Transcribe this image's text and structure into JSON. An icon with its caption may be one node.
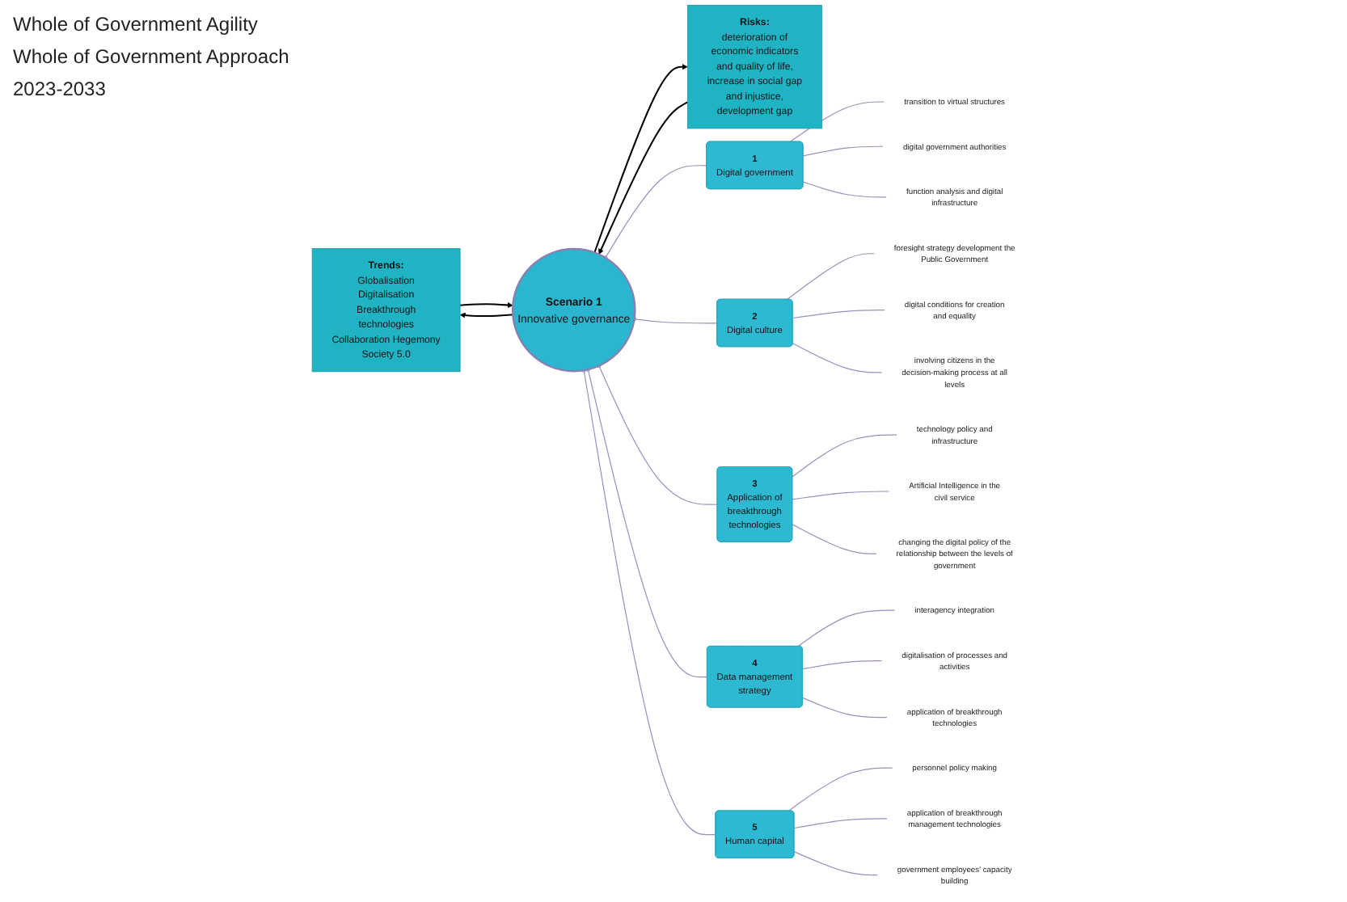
{
  "diagram": {
    "nodes": [
      {
        "text": [
          "Trends:",
          "Globalisation Digitalisation Breakthrough technologies Collaboration Hegemony Society 5.0"
        ]
      },
      {
        "text": [
          "Scenario 1",
          "Innovative governance"
        ]
      },
      {
        "text": [
          "Risks:",
          "deterioration of economic indicators and quality of life, increase in social gap and injustice, development gap"
        ]
      },
      {
        "text": [
          "1",
          "Digital government"
        ]
      },
      {
        "text": [
          "2",
          "Digital culture"
        ]
      },
      {
        "text": [
          "3",
          "Application of breakthrough technologies"
        ]
      },
      {
        "text": [
          "4",
          "Data management strategy"
        ]
      },
      {
        "text": [
          "5",
          "Human capital"
        ]
      },
      {
        "text": [
          "transition to virtual structures"
        ]
      },
      {
        "text": [
          "digital government authorities"
        ]
      },
      {
        "text": [
          "function analysis and digital infrastructure"
        ]
      },
      {
        "text": [
          "foresight strategy development the Public Government"
        ]
      },
      {
        "text": [
          "digital conditions for creation and equality"
        ]
      },
      {
        "text": [
          "involving citizens in the decision-making process at all levels"
        ]
      },
      {
        "text": [
          "technology policy and infrastructure"
        ]
      },
      {
        "text": [
          "Artificial Intelligence in the civil service"
        ]
      },
      {
        "text": [
          "changing the digital policy of the relationship between the levels of government"
        ]
      },
      {
        "text": [
          "interagency integration"
        ]
      },
      {
        "text": [
          "digitalisation of processes and activities"
        ]
      },
      {
        "text": [
          "application of breakthrough technologies"
        ]
      },
      {
        "text": [
          "personnel policy making"
        ]
      },
      {
        "text": [
          "application of breakthrough management technologies"
        ]
      },
      {
        "text": [
          "government employees' capacity building"
        ]
      }
    ],
    "edges": [
      {
        "from": 0,
        "to": 1,
        "arrow": "to",
        "color": "#000000"
      },
      {
        "from": 1,
        "to": 0,
        "arrow": "to",
        "color": "#000000"
      },
      {
        "from": 1,
        "to": 2,
        "arrow": "to",
        "color": "#000000"
      },
      {
        "from": 2,
        "to": 1,
        "arrow": "to",
        "color": "#000000"
      },
      {
        "from": 1,
        "to": 3,
        "arrow": "other"
      },
      {
        "from": 1,
        "to": 4,
        "arrow": "other"
      },
      {
        "from": 1,
        "to": 5,
        "arrow": "other"
      },
      {
        "from": 1,
        "to": 6,
        "arrow": "other"
      },
      {
        "from": 1,
        "to": 7,
        "arrow": "other"
      },
      {
        "from": 3,
        "to": 8,
        "arrow": "none"
      },
      {
        "from": 3,
        "to": 9,
        "arrow": "none"
      },
      {
        "from": 3,
        "to": 10,
        "arrow": "none"
      },
      {
        "from": 4,
        "to": 11,
        "arrow": "none"
      },
      {
        "from": 4,
        "to": 12,
        "arrow": "none"
      },
      {
        "from": 4,
        "to": 13,
        "arrow": "none"
      },
      {
        "from": 5,
        "to": 14,
        "arrow": "none"
      },
      {
        "from": 5,
        "to": 15,
        "arrow": "none"
      },
      {
        "from": 5,
        "to": 16,
        "arrow": "none"
      },
      {
        "from": 6,
        "to": 17,
        "arrow": "none"
      },
      {
        "from": 6,
        "to": 18,
        "arrow": "none"
      },
      {
        "from": 6,
        "to": 19,
        "arrow": "none"
      },
      {
        "from": 7,
        "to": 20,
        "arrow": "none"
      },
      {
        "from": 7,
        "to": 21,
        "arrow": "none"
      },
      {
        "from": 7,
        "to": 22,
        "arrow": "none"
      }
    ],
    "labels": [
      "Whole of Government Agility",
      "Whole of Government Approach",
      "2023-2033"
    ]
  }
}
